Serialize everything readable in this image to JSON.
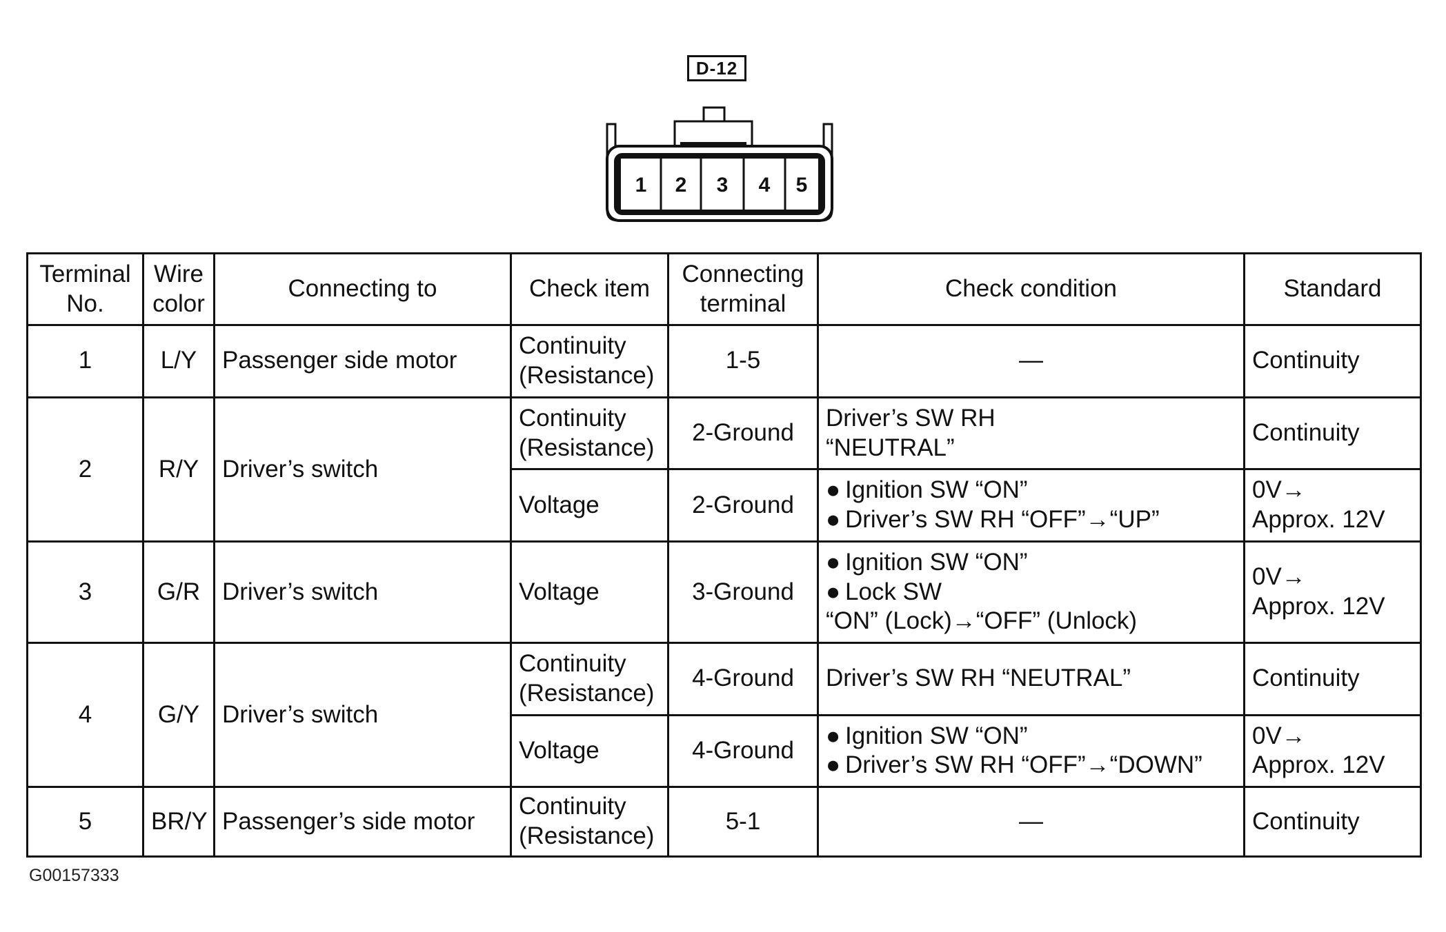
{
  "connector": {
    "label": "D-12",
    "pins": [
      "1",
      "2",
      "3",
      "4",
      "5"
    ]
  },
  "table": {
    "headers": {
      "terminal": [
        "Terminal",
        "No."
      ],
      "wire": [
        "Wire",
        "color"
      ],
      "connecting_to": "Connecting to",
      "check_item": "Check item",
      "connecting_terminal": [
        "Connecting",
        "terminal"
      ],
      "check_condition": "Check condition",
      "standard": "Standard"
    },
    "rows": [
      {
        "terminal": "1",
        "wire": "L/Y",
        "connecting_to": "Passenger side motor",
        "checks": [
          {
            "item": [
              "Continuity",
              "(Resistance)"
            ],
            "terminal": "1-5",
            "condition": "—",
            "standard": [
              "Continuity"
            ]
          }
        ]
      },
      {
        "terminal": "2",
        "wire": "R/Y",
        "connecting_to": "Driver’s switch",
        "checks": [
          {
            "item": [
              "Continuity",
              "(Resistance)"
            ],
            "terminal": "2-Ground",
            "condition_lines": [
              "Driver’s SW RH",
              "“NEUTRAL”"
            ],
            "standard": [
              "Continuity"
            ]
          },
          {
            "item": [
              "Voltage"
            ],
            "terminal": "2-Ground",
            "condition_bullets": [
              "Ignition SW “ON”",
              "Driver’s SW RH “OFF”→“UP”"
            ],
            "standard": [
              "0V→",
              "Approx. 12V"
            ]
          }
        ]
      },
      {
        "terminal": "3",
        "wire": "G/R",
        "connecting_to": "Driver’s switch",
        "checks": [
          {
            "item": [
              "Voltage"
            ],
            "terminal": "3-Ground",
            "condition_bullets": [
              "Ignition SW “ON”",
              "Lock SW"
            ],
            "condition_extra": "“ON” (Lock)→“OFF” (Unlock)",
            "standard": [
              "0V→",
              "Approx. 12V"
            ]
          }
        ]
      },
      {
        "terminal": "4",
        "wire": "G/Y",
        "connecting_to": "Driver’s switch",
        "checks": [
          {
            "item": [
              "Continuity",
              "(Resistance)"
            ],
            "terminal": "4-Ground",
            "condition": "Driver’s SW RH “NEUTRAL”",
            "standard": [
              "Continuity"
            ]
          },
          {
            "item": [
              "Voltage"
            ],
            "terminal": "4-Ground",
            "condition_bullets": [
              "Ignition SW “ON”",
              "Driver’s SW RH “OFF”→“DOWN”"
            ],
            "standard": [
              "0V→",
              "Approx. 12V"
            ]
          }
        ]
      },
      {
        "terminal": "5",
        "wire": "BR/Y",
        "connecting_to": "Passenger’s side motor",
        "checks": [
          {
            "item": [
              "Continuity",
              "(Resistance)"
            ],
            "terminal": "5-1",
            "condition": "—",
            "standard": [
              "Continuity"
            ]
          }
        ]
      }
    ]
  },
  "figure_id": "G00157333"
}
